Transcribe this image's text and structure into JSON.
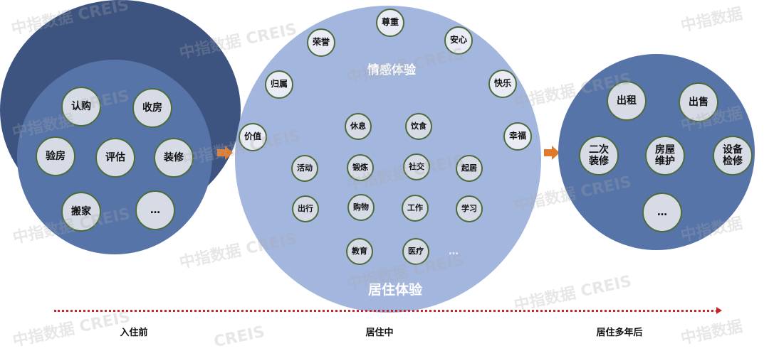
{
  "stages": {
    "before": {
      "label": "入住前",
      "nodes": [
        "认购",
        "收房",
        "验房",
        "评估",
        "装修",
        "搬家",
        "…"
      ]
    },
    "during": {
      "label": "居住中",
      "emotional": {
        "title": "情感体验",
        "nodes": [
          "尊重",
          "荣誉",
          "安心",
          "归属",
          "快乐",
          "价值",
          "幸福"
        ]
      },
      "living": {
        "title": "居住体验",
        "nodes": [
          "休息",
          "饮食",
          "活动",
          "锻炼",
          "社交",
          "起居",
          "出行",
          "购物",
          "工作",
          "学习",
          "教育",
          "医疗"
        ],
        "more": "…"
      }
    },
    "after": {
      "label": "居住多年后",
      "nodes": [
        "出租",
        "出售",
        "二次\n装修",
        "房屋\n维护",
        "设备\n检修",
        "…"
      ]
    }
  },
  "colors": {
    "stage_circle": "#5674a8",
    "emotional_ring": "#a3b6de",
    "living_core": "#3d5481",
    "node_fill": "#d6dbe6",
    "node_border": "#4e6b3c",
    "arrow": "#e07b2e",
    "timeline": "#c8262b"
  },
  "watermark": {
    "cn": "中指数据",
    "en": "CREIS",
    "full": "中指数据 CREIS"
  }
}
